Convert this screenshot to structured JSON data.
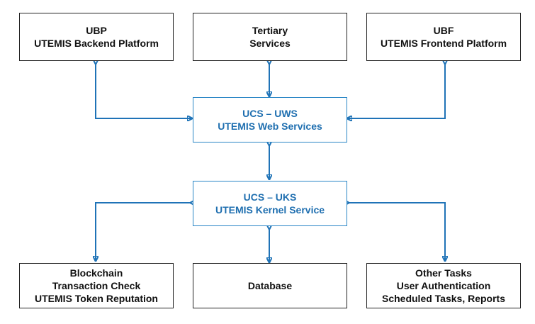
{
  "colors": {
    "connector": "#1f73b7",
    "service_text": "#1f6fb0",
    "service_border": "#2a86c6",
    "box_border": "#222222"
  },
  "boxes": {
    "ubp": {
      "line1": "UBP",
      "line2": "UTEMIS Backend Platform"
    },
    "tertiary": {
      "line1": "Tertiary",
      "line2": "Services"
    },
    "ubf": {
      "line1": "UBF",
      "line2": "UTEMIS Frontend Platform"
    },
    "uws": {
      "line1": "UCS – UWS",
      "line2": "UTEMIS Web Services"
    },
    "uks": {
      "line1": "UCS – UKS",
      "line2": "UTEMIS Kernel Service"
    },
    "blockchain": {
      "line1": "Blockchain",
      "line2": "Transaction Check",
      "line3": "UTEMIS Token Reputation"
    },
    "database": {
      "line1": "Database"
    },
    "other": {
      "line1": "Other Tasks",
      "line2": "User Authentication",
      "line3": "Scheduled Tasks, Reports"
    }
  }
}
